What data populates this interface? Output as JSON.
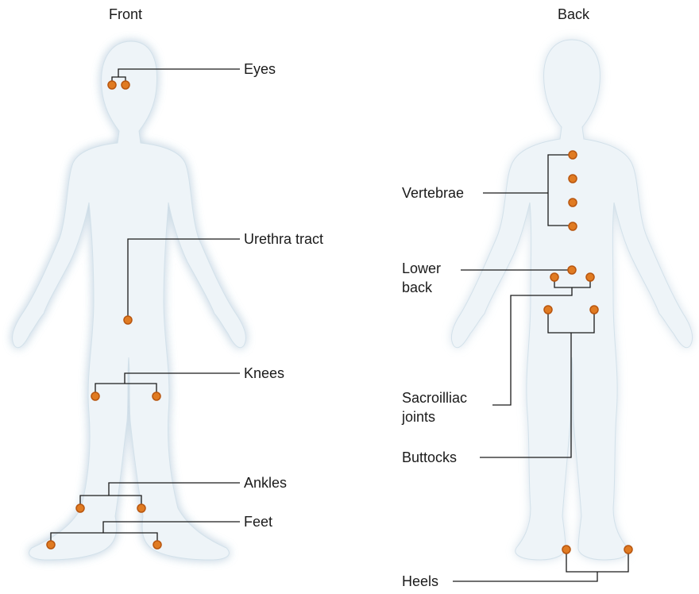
{
  "views": {
    "front": {
      "title": "Front"
    },
    "back": {
      "title": "Back"
    }
  },
  "labels": {
    "eyes": "Eyes",
    "urethra": "Urethra tract",
    "knees": "Knees",
    "ankles": "Ankles",
    "feet": "Feet",
    "vertebrae": "Vertebrae",
    "lower_back": [
      "Lower",
      "back"
    ],
    "sacroiliac": [
      "Sacroilliac",
      "joints"
    ],
    "buttocks": "Buttocks",
    "heels": "Heels"
  },
  "colors": {
    "marker": "#e07b22",
    "marker_outline": "#b8560f",
    "body_fill": "#eef4f8",
    "body_shadow": "#c8d8e4",
    "leader_line": "#1a1a1a"
  }
}
